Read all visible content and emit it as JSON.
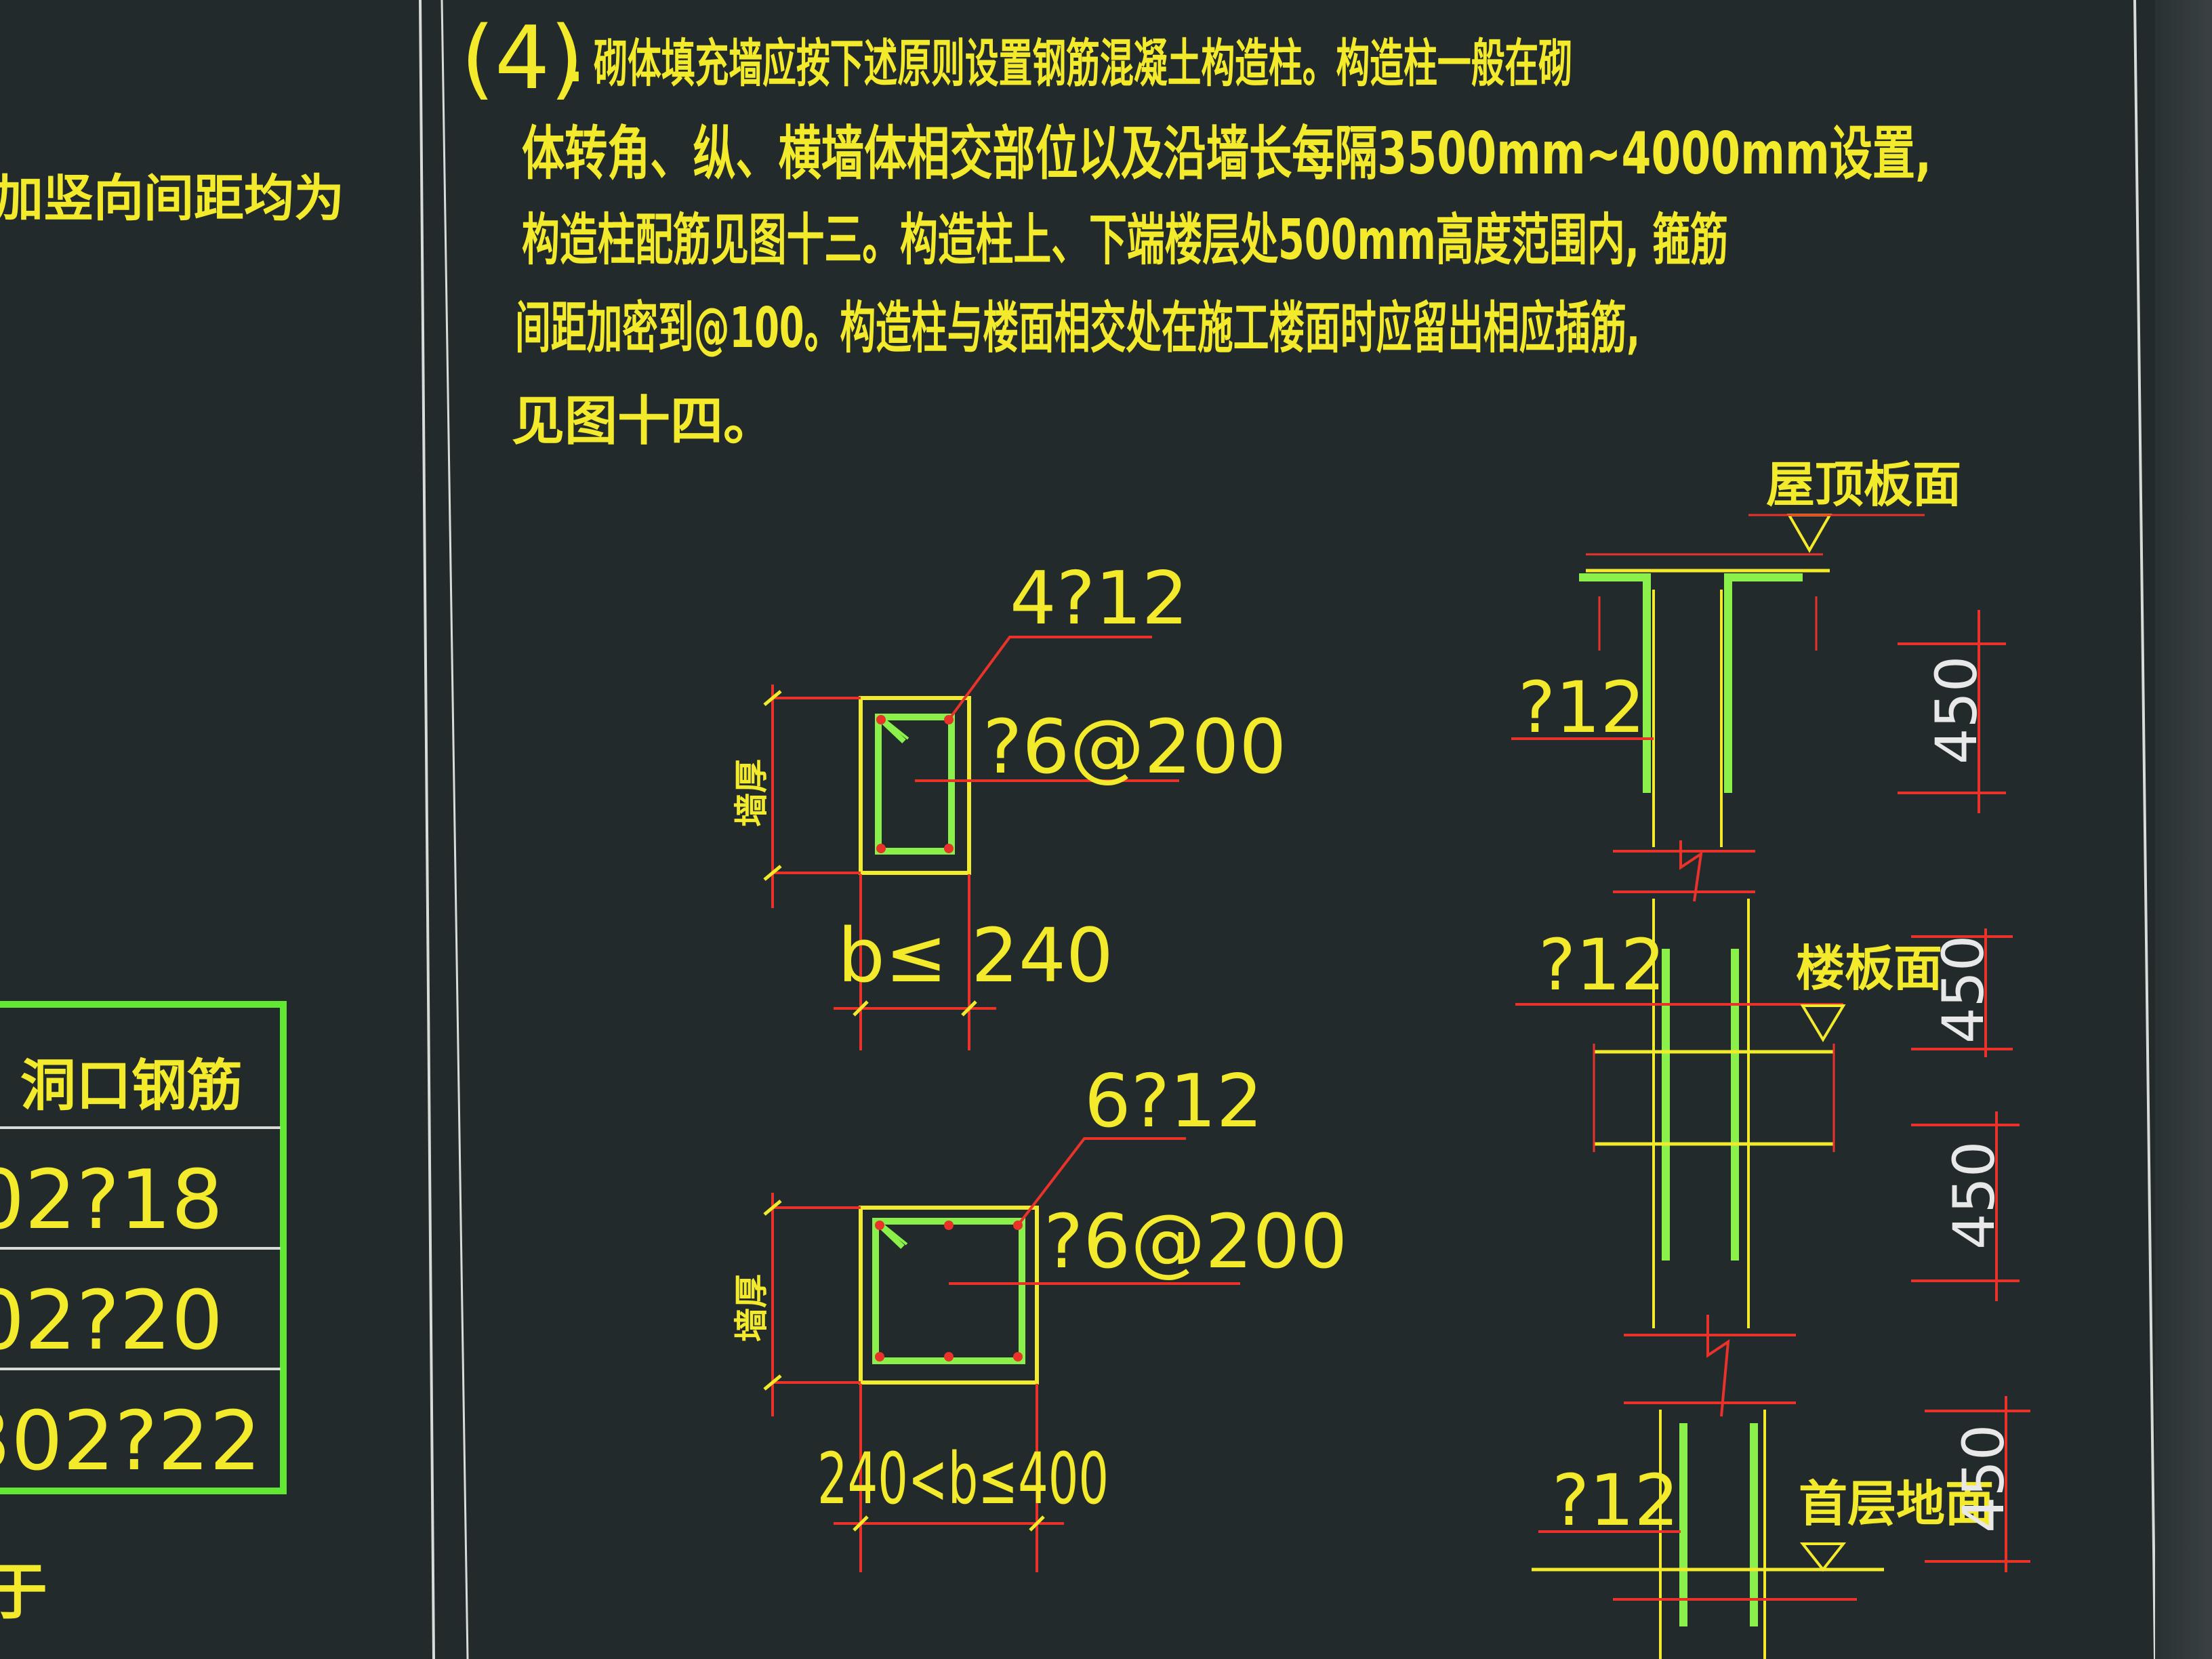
{
  "colors": {
    "background": "#232a2c",
    "text_yellow": "#f2ea2a",
    "rebar_green": "#8cf04a",
    "dimension_red": "#e8322a",
    "frame_white": "#d8dcd8",
    "table_green": "#62e832"
  },
  "notes": {
    "number": "(4)",
    "line1": ". 砌体填充墙应按下述原则设置钢筋混凝土构造柱。构造柱一般在砌",
    "line2": "体转角、纵、横墙体相交部位以及沿墙长每隔3500mm~4000mm设置,",
    "line3": "构造柱配筋见图十三。构造柱上、下端楼层处500mm高度范围内, 箍筋",
    "line4": "间距加密到@100。构造柱与楼面相交处在施工楼面时应留出相应插筋,",
    "line5": "见图十四。"
  },
  "left_panel": {
    "fragment_top": "加竖向间距均为",
    "table_header": "洞口钢筋",
    "table_rows": [
      "02?18",
      "02?20",
      "302?22"
    ],
    "fragment_bottom": "于"
  },
  "section_small": {
    "bars_label": "4?12",
    "stirrup_label": "?6@200",
    "wall_label": "墙厚",
    "width_label": "b≤ 240"
  },
  "section_large": {
    "bars_label": "6?12",
    "stirrup_label": "?6@200",
    "wall_label": "墙厚",
    "width_label": "240<b≤400"
  },
  "elevation": {
    "roof_label": "屋顶板面",
    "floor_label": "楼板面",
    "ground_label": "首层地面",
    "bar_label": "?12",
    "dimension": "450"
  }
}
